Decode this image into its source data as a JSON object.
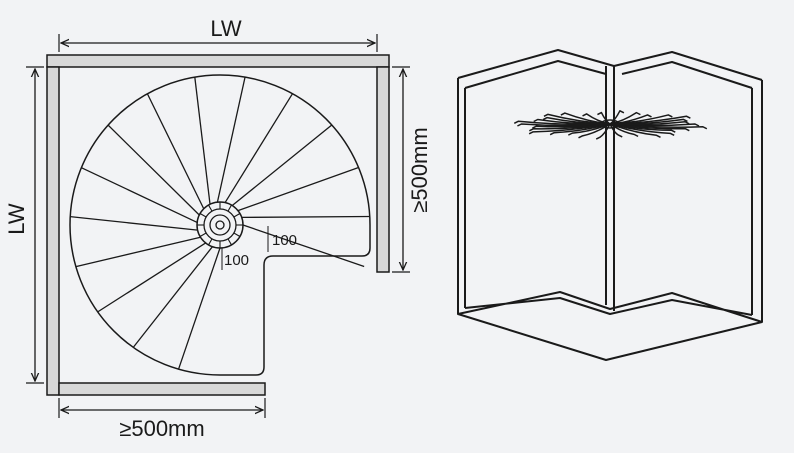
{
  "plan": {
    "top_width_label": "LW",
    "side_width_label": "LW",
    "right_depth_label": "≥500mm",
    "bottom_depth_label": "≥500mm",
    "clearance_label_1": "100",
    "clearance_label_2": "100",
    "step_count": 14
  },
  "perspective": {
    "shelf_prongs": 30
  },
  "colors": {
    "background": "#f2f3f5",
    "panel_fill": "#d8d8d8",
    "line": "#1a1a1a"
  }
}
